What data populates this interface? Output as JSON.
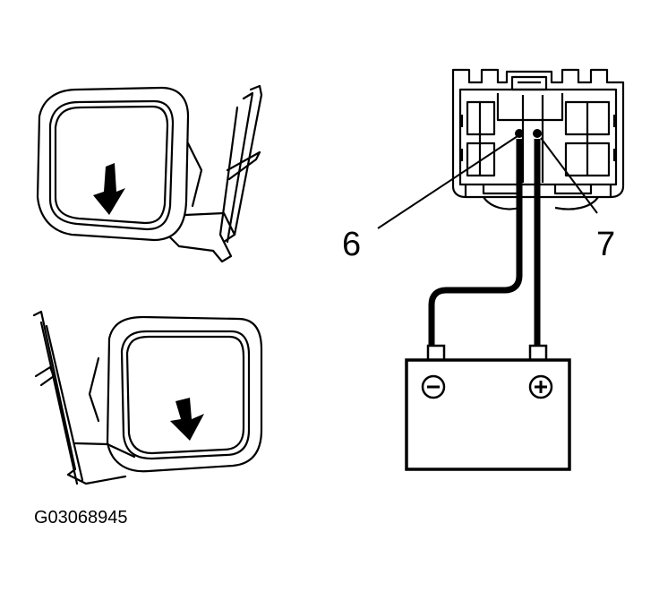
{
  "figure_code": "G03068945",
  "connector": {
    "pins": [
      {
        "number": "6",
        "terminal": "negative"
      },
      {
        "number": "7",
        "terminal": "positive"
      }
    ]
  },
  "battery": {
    "negative_symbol": "⊖",
    "positive_symbol": "⊕"
  },
  "mirrors": [
    {
      "position": "upper",
      "arrow": "down"
    },
    {
      "position": "lower",
      "arrow": "down"
    }
  ]
}
